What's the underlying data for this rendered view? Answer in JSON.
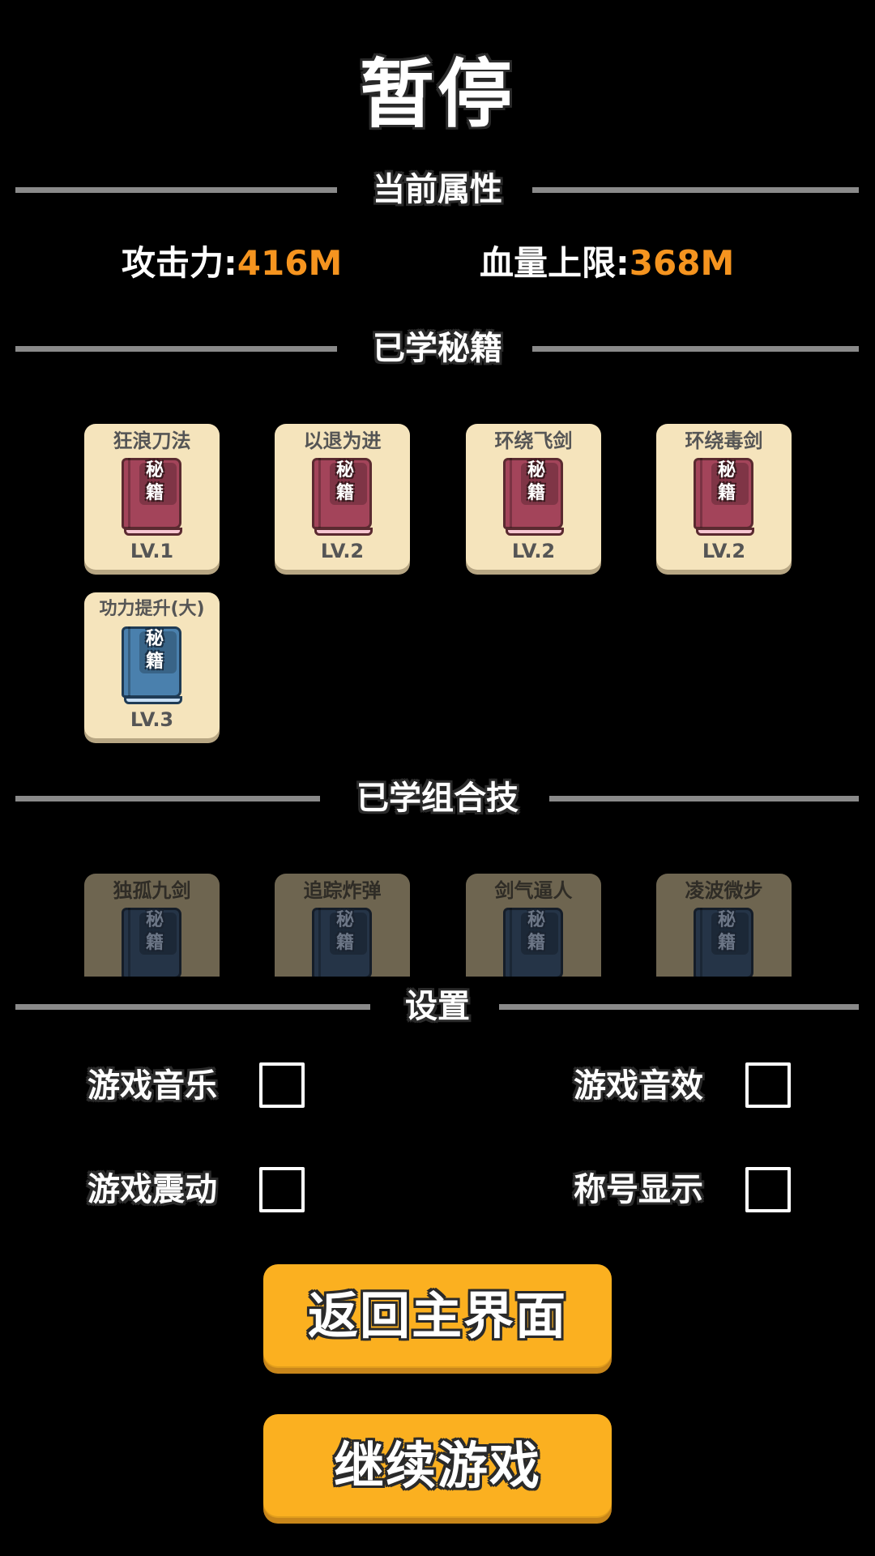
{
  "title": "暂停",
  "sections": {
    "attributes": "当前属性",
    "learned_books": "已学秘籍",
    "learned_combos": "已学组合技",
    "settings": "设置"
  },
  "stats": {
    "attack_label": "攻击力:",
    "attack_value": "416M",
    "hp_label": "血量上限:",
    "hp_value": "368M"
  },
  "book_glyphs": {
    "line1": "秘",
    "line2": "籍"
  },
  "books": [
    {
      "name": "狂浪刀法",
      "level": "LV.1",
      "color": "red"
    },
    {
      "name": "以退为进",
      "level": "LV.2",
      "color": "red"
    },
    {
      "name": "环绕飞剑",
      "level": "LV.2",
      "color": "red"
    },
    {
      "name": "环绕毒剑",
      "level": "LV.2",
      "color": "red"
    },
    {
      "name": "功力提升(大)",
      "level": "LV.3",
      "color": "blue"
    }
  ],
  "combos": [
    {
      "name": "独孤九剑"
    },
    {
      "name": "追踪炸弹"
    },
    {
      "name": "剑气逼人"
    },
    {
      "name": "凌波微步"
    }
  ],
  "settings": {
    "music": {
      "label": "游戏音乐",
      "checked": false
    },
    "sfx": {
      "label": "游戏音效",
      "checked": false
    },
    "vibration": {
      "label": "游戏震动",
      "checked": false
    },
    "title_display": {
      "label": "称号显示",
      "checked": false
    }
  },
  "buttons": {
    "main_menu": "返回主界面",
    "continue": "继续游戏"
  },
  "colors": {
    "accent_value": "#f5941f",
    "button": "#fbb020",
    "card": "#f5e4bc",
    "divider": "#8a8a8a"
  }
}
